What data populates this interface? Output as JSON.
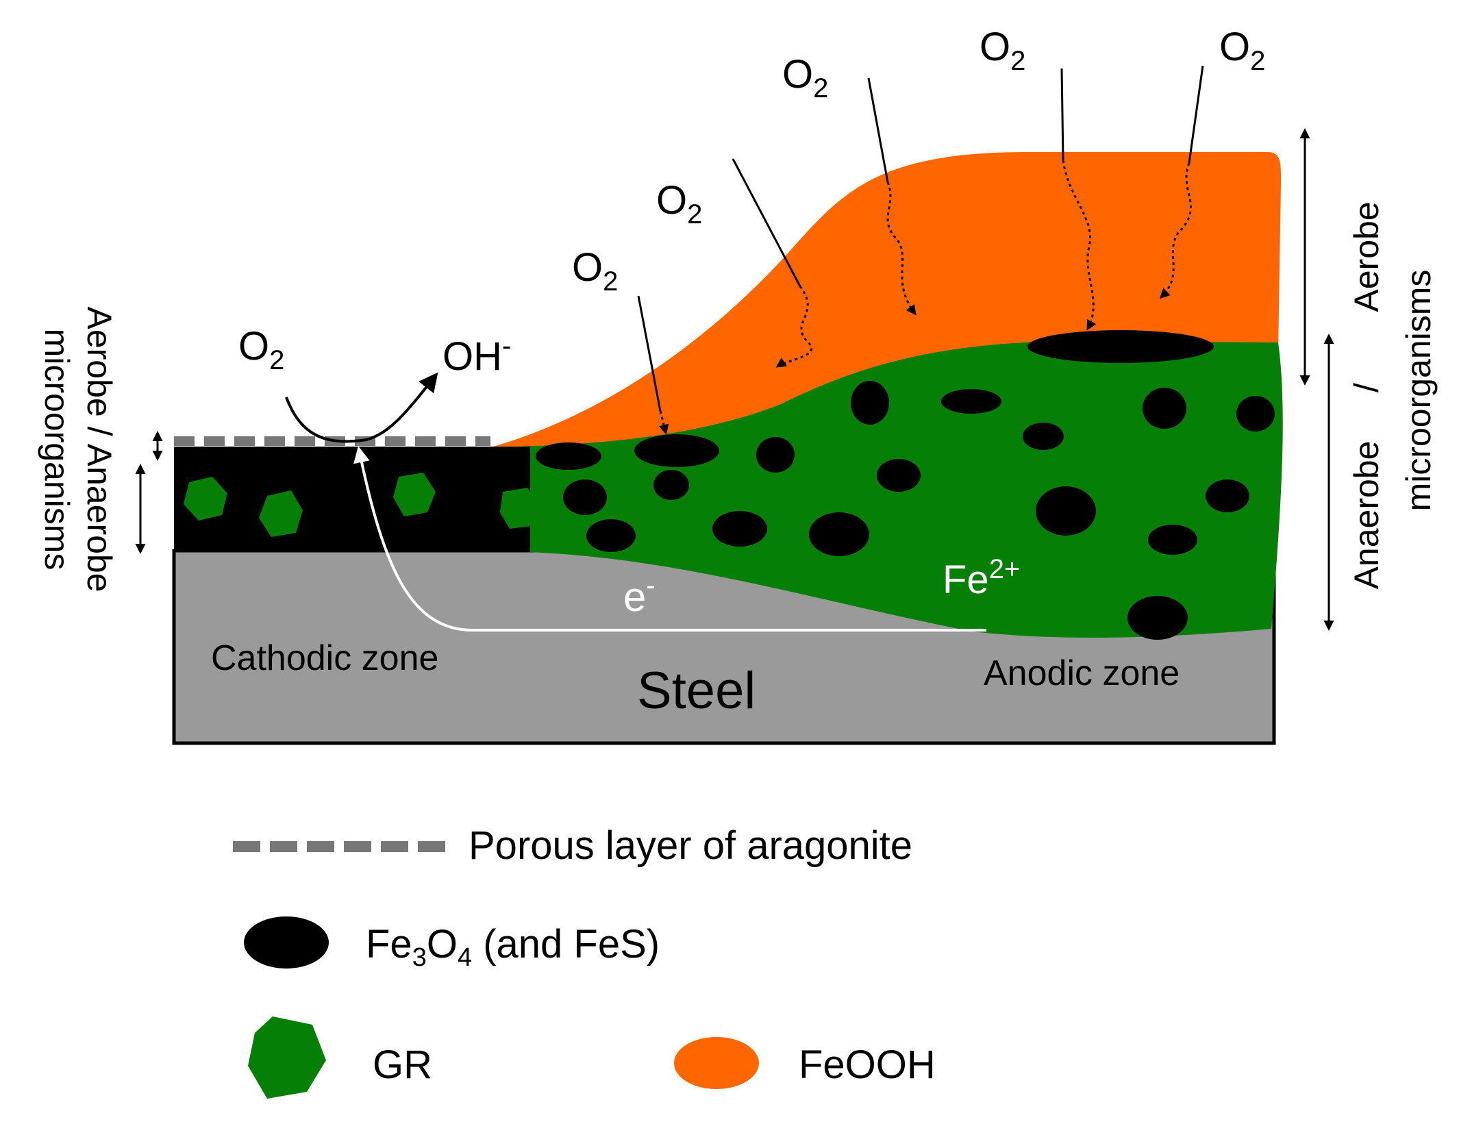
{
  "diagram": {
    "labels": {
      "o2": "O",
      "o2_sub": "2",
      "oh": "OH",
      "oh_sup": "-",
      "electron": "e",
      "electron_sup": "-",
      "fe": "Fe",
      "fe_sup": "2+",
      "cathodic_zone": "Cathodic zone",
      "anodic_zone": "Anodic zone",
      "steel": "Steel",
      "left_side_line1": "Aerobe / Anaerobe",
      "left_side_line2": "microorganisms",
      "right_side_aerobe": "Aerobe",
      "right_side_slash": "/",
      "right_side_anaerobe": "Anaerobe",
      "right_side_micro": "microorganisms"
    },
    "legend": {
      "porous_layer": "Porous layer of aragonite",
      "fe3o4_a": "Fe",
      "fe3o4_sub1": "3",
      "fe3o4_b": "O",
      "fe3o4_sub2": "4",
      "fe3o4_c": " (and FeS)",
      "gr": "GR",
      "feooh": "FeOOH"
    },
    "colors": {
      "steel": "#9a9a9a",
      "feooh": "#ff6600",
      "green_rust": "#067f06",
      "magnetite": "#000000",
      "aragonite": "#777777"
    }
  }
}
